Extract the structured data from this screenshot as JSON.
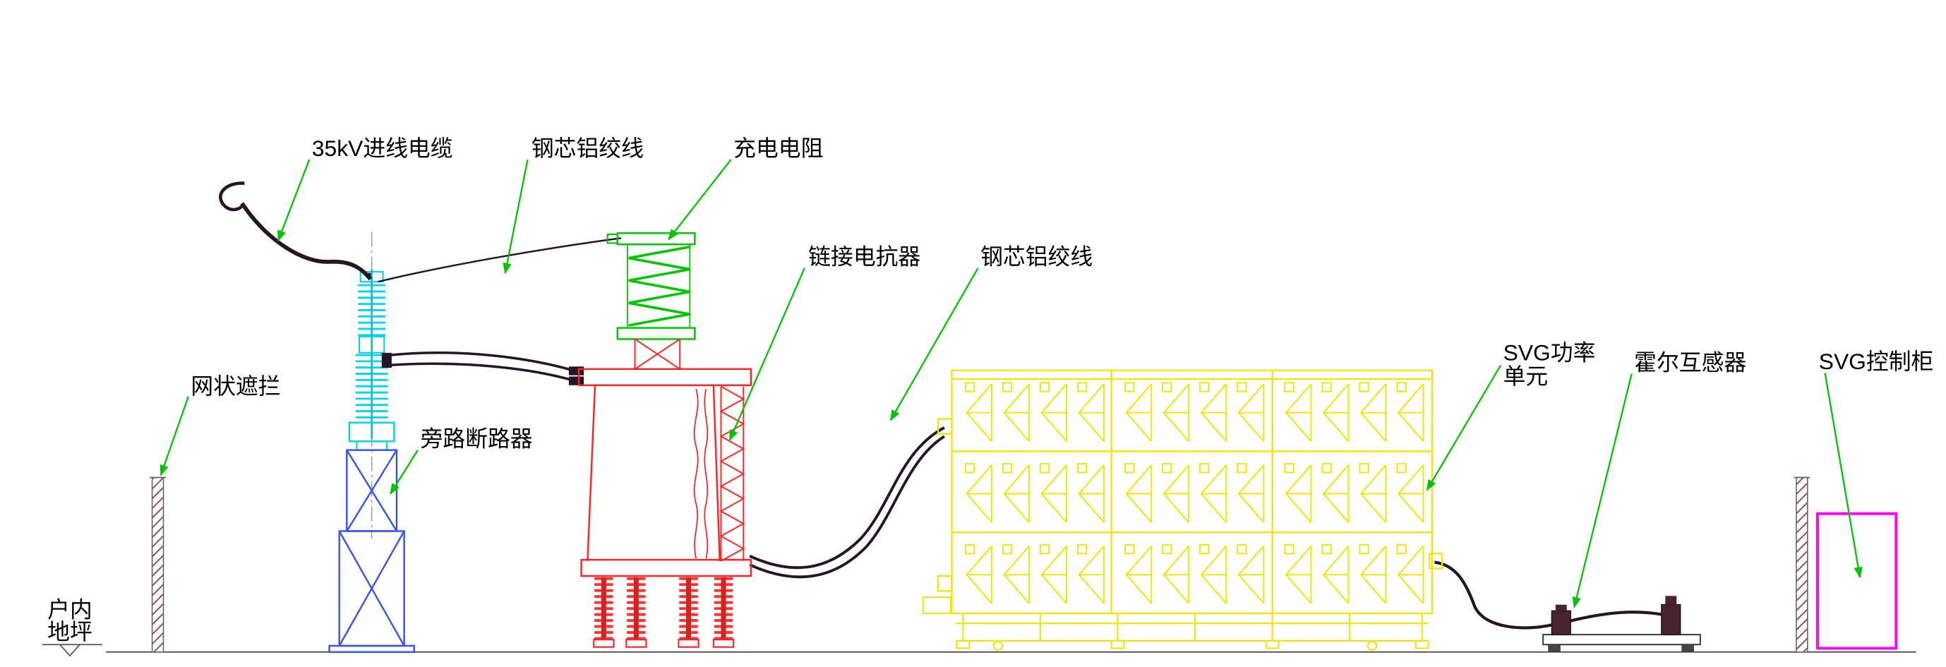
{
  "drawing_title": "SVG installation elevation drawing",
  "labels": {
    "incoming_cable": "35kV进线电缆",
    "acsr_1": "钢芯铝绞线",
    "charging_resistor": "充电电阻",
    "link_reactor": "链接电抗器",
    "acsr_2": "钢芯铝绞线",
    "mesh_barrier": "网状遮拦",
    "bypass_breaker": "旁路断路器",
    "svg_power_unit_line1": "SVG功率",
    "svg_power_unit_line2": "单元",
    "hall_ct": "霍尔互感器",
    "svg_control_cabinet": "SVG控制柜",
    "indoor_floor_line1": "户内",
    "indoor_floor_line2": "地坪"
  },
  "colors": {
    "background": "#ffffff",
    "leader_green": "#00c400",
    "coil_green": "#00c400",
    "breaker_cyan": "#00d6e6",
    "stand_blue": "#3a55f0",
    "reactor_red": "#ff2525",
    "cabinet_yellow": "#f2e400",
    "control_magenta": "#ff00ff",
    "cable_dark": "#241622",
    "barrier_hatch": "#8a5252",
    "text": "#000000"
  }
}
